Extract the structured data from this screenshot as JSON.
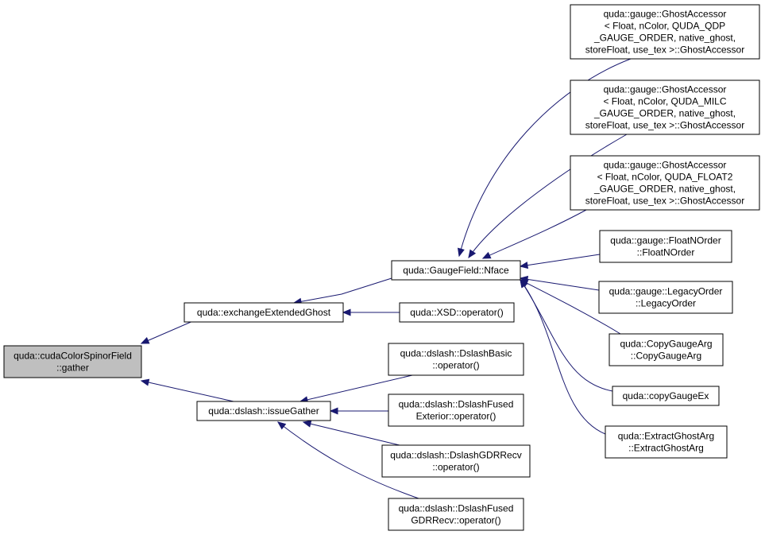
{
  "diagram": {
    "nodes": [
      {
        "id": "n0",
        "lines": [
          "quda::cudaColorSpinorField",
          "::gather"
        ],
        "root": true
      },
      {
        "id": "n1",
        "lines": [
          "quda::exchangeExtendedGhost"
        ]
      },
      {
        "id": "n2",
        "lines": [
          "quda::dslash::issueGather"
        ]
      },
      {
        "id": "n3",
        "lines": [
          "quda::GaugeField::Nface"
        ]
      },
      {
        "id": "n4",
        "lines": [
          "quda::XSD::operator()"
        ]
      },
      {
        "id": "n5",
        "lines": [
          "quda::dslash::DslashBasic",
          "::operator()"
        ]
      },
      {
        "id": "n6",
        "lines": [
          "quda::dslash::DslashFused",
          "Exterior::operator()"
        ]
      },
      {
        "id": "n7",
        "lines": [
          "quda::dslash::DslashGDRRecv",
          "::operator()"
        ]
      },
      {
        "id": "n8",
        "lines": [
          "quda::dslash::DslashFused",
          "GDRRecv::operator()"
        ]
      },
      {
        "id": "n9",
        "lines": [
          "quda::gauge::GhostAccessor",
          "< Float, nColor, QUDA_QDP",
          "_GAUGE_ORDER, native_ghost,",
          " storeFloat, use_tex >::GhostAccessor"
        ]
      },
      {
        "id": "n10",
        "lines": [
          "quda::gauge::GhostAccessor",
          "< Float, nColor, QUDA_MILC",
          "_GAUGE_ORDER, native_ghost,",
          " storeFloat, use_tex >::GhostAccessor"
        ]
      },
      {
        "id": "n11",
        "lines": [
          "quda::gauge::GhostAccessor",
          "< Float, nColor, QUDA_FLOAT2",
          "_GAUGE_ORDER, native_ghost,",
          " storeFloat, use_tex >::GhostAccessor"
        ]
      },
      {
        "id": "n12",
        "lines": [
          "quda::gauge::FloatNOrder",
          "::FloatNOrder"
        ]
      },
      {
        "id": "n13",
        "lines": [
          "quda::gauge::LegacyOrder",
          "::LegacyOrder"
        ]
      },
      {
        "id": "n14",
        "lines": [
          "quda::CopyGaugeArg",
          "::CopyGaugeArg"
        ]
      },
      {
        "id": "n15",
        "lines": [
          "quda::copyGaugeEx"
        ]
      },
      {
        "id": "n16",
        "lines": [
          "quda::ExtractGhostArg",
          "::ExtractGhostArg"
        ]
      }
    ],
    "edges": [
      {
        "from": "n1",
        "to": "n0"
      },
      {
        "from": "n2",
        "to": "n0"
      },
      {
        "from": "n3",
        "to": "n1"
      },
      {
        "from": "n4",
        "to": "n1"
      },
      {
        "from": "n5",
        "to": "n2"
      },
      {
        "from": "n6",
        "to": "n2"
      },
      {
        "from": "n7",
        "to": "n2"
      },
      {
        "from": "n8",
        "to": "n2"
      },
      {
        "from": "n9",
        "to": "n3"
      },
      {
        "from": "n10",
        "to": "n3"
      },
      {
        "from": "n11",
        "to": "n3"
      },
      {
        "from": "n12",
        "to": "n3"
      },
      {
        "from": "n13",
        "to": "n3"
      },
      {
        "from": "n14",
        "to": "n3"
      },
      {
        "from": "n15",
        "to": "n3"
      },
      {
        "from": "n16",
        "to": "n3"
      }
    ]
  }
}
